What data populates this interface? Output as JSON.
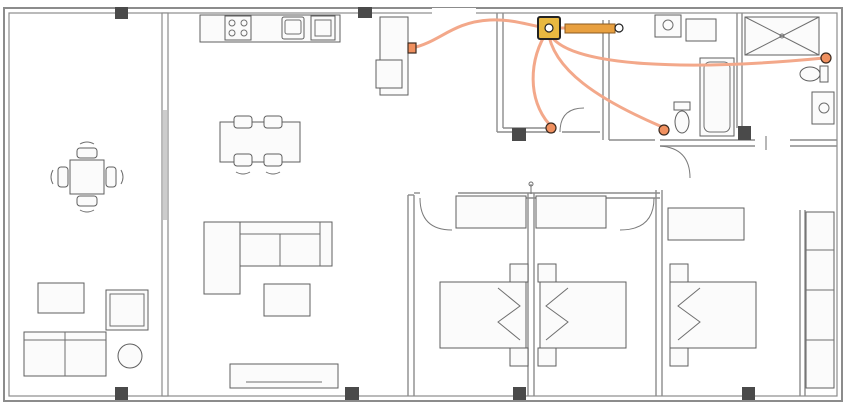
{
  "plan": {
    "rooms": [
      "terrace",
      "living-room",
      "kitchen",
      "bathroom-1",
      "bathroom-2",
      "bedroom-1",
      "bedroom-2",
      "bedroom-3",
      "hallway"
    ],
    "colors": {
      "walls": "#8a8a8a",
      "pillars": "#4a4a4a",
      "pipes": "#f3a88a",
      "outlets": "#f0905f",
      "boiler": "#e8a040",
      "background": "#ffffff"
    },
    "icons": [
      "water-heater-icon",
      "pipe-outlet-icon",
      "toilet-icon",
      "sink-icon",
      "shower-icon",
      "bathtub-icon",
      "stove-icon",
      "bed-icon",
      "sofa-icon",
      "table-icon"
    ]
  }
}
